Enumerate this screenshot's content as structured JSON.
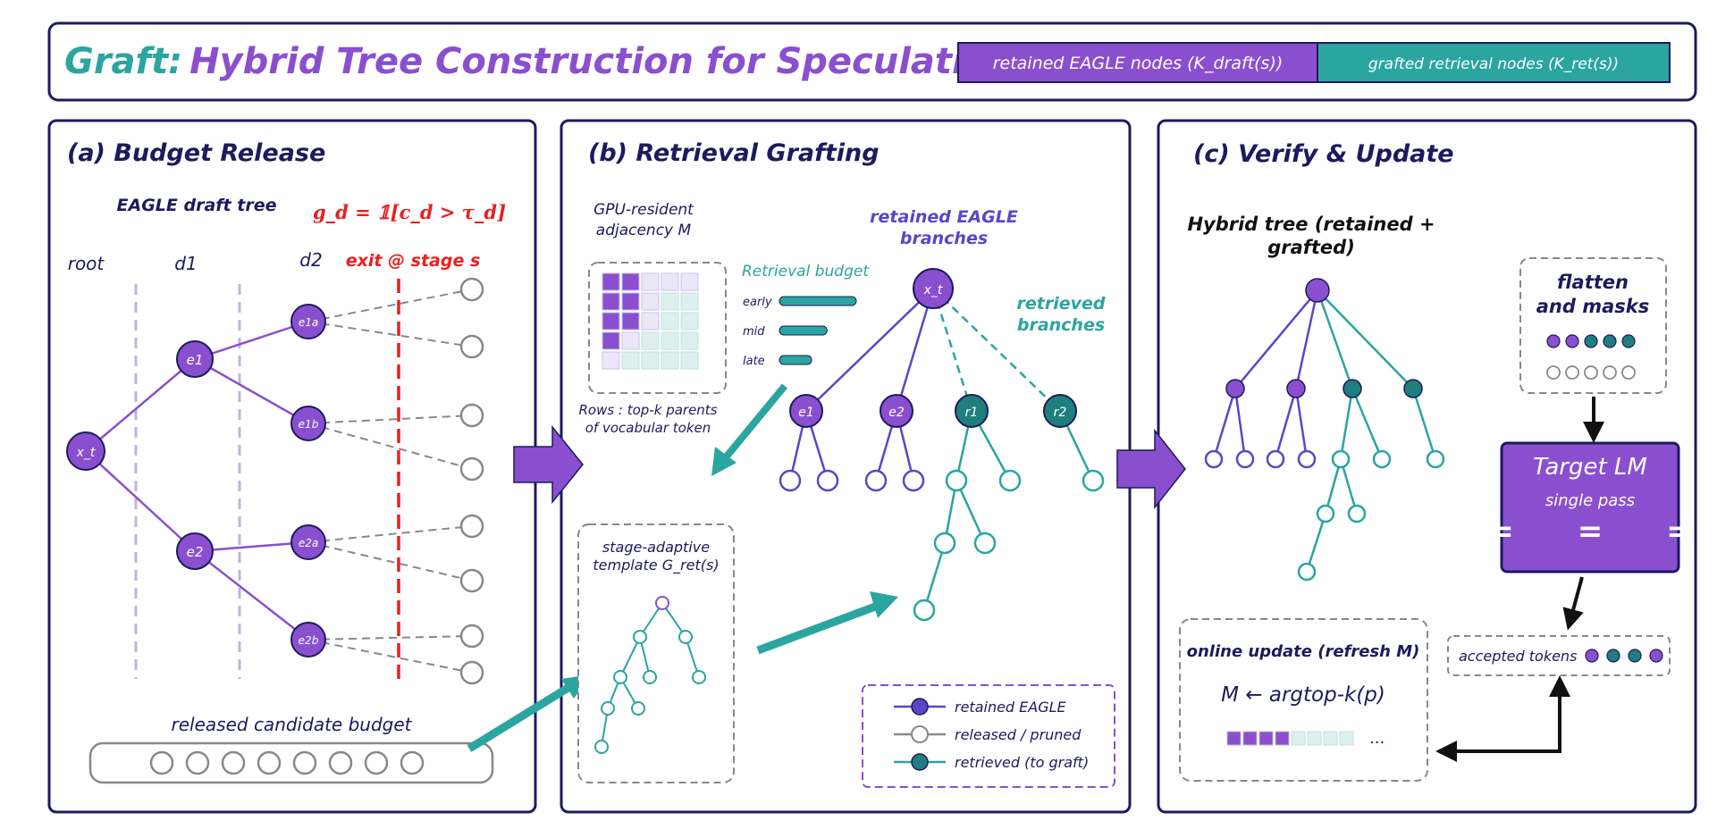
{
  "header": {
    "title_prefix": "Graft:",
    "title_rest": "Hybrid Tree Construction for Speculative Decoding",
    "legend_left": "retained EAGLE nodes (K_draft(s))",
    "legend_right": "grafted retrieval nodes (K_ret(s))"
  },
  "panel_a": {
    "title": "(a) Budget Release",
    "tree_title": "EAGLE draft tree",
    "gate_formula": "g_d = 𝟙[c_d > τ_d]",
    "col_root": "root",
    "col_d1": "d1",
    "col_d2": "d2",
    "exit_label": "exit @ stage s",
    "nodes": {
      "root": "x_t",
      "e1": "e1",
      "e2": "e2",
      "e1a": "e1a",
      "e1b": "e1b",
      "e2a": "e2a",
      "e2b": "e2b"
    },
    "budget_label": "released candidate budget"
  },
  "panel_b": {
    "title": "(b) Retrieval Grafting",
    "gpu_label_1": "GPU-resident",
    "gpu_label_2": "adjacency M",
    "rows_label_1": "Rows : top-k parents",
    "rows_label_2": "of vocabular token",
    "budget_title": "Retrieval budget",
    "budget_rows": [
      {
        "label": "early",
        "fraction": 1.0
      },
      {
        "label": "mid",
        "fraction": 0.62
      },
      {
        "label": "late",
        "fraction": 0.42
      }
    ],
    "template_label_1": "stage-adaptive",
    "template_label_2": "template G_ret(s)",
    "retained_label_1": "retained EAGLE",
    "retained_label_2": "branches",
    "retrieved_label_1": "retrieved",
    "retrieved_label_2": "branches",
    "nodes": {
      "root": "x_t",
      "e1": "e1",
      "e2": "e2",
      "r1": "r1",
      "r2": "r2"
    },
    "legend": {
      "retained": "retained EAGLE",
      "released": "released / pruned",
      "retrieved": "retrieved (to graft)"
    }
  },
  "panel_c": {
    "title": "(c) Verify & Update",
    "hybrid_label_1": "Hybrid tree (retained +",
    "hybrid_label_2": "grafted)",
    "flatten_label_1": "flatten",
    "flatten_label_2": "and masks",
    "target_title": "Target LM",
    "target_sub": "single pass",
    "target_marks": "=      =      =",
    "accepted_label": "accepted tokens",
    "update_title": "online update (refresh M)",
    "update_formula": "M ← argtop-k(p)",
    "update_ellipsis": "..."
  },
  "colors": {
    "navy": "#1d1a5e",
    "purple": "#8a4fcf",
    "teal": "#2aa5a0",
    "red": "#e8201f",
    "gray": "#888888"
  }
}
